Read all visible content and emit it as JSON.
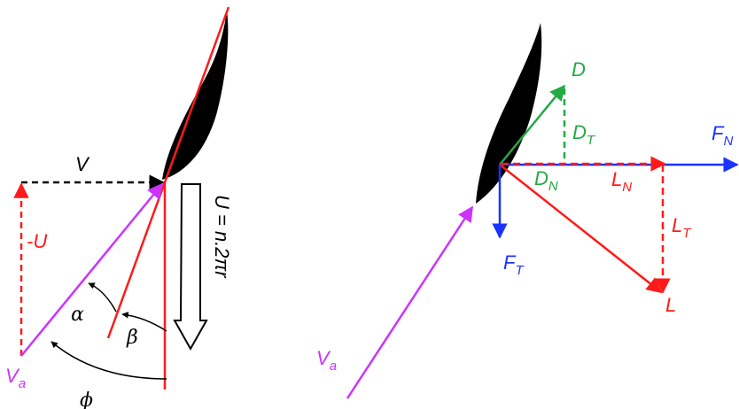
{
  "colors": {
    "red": "#ff1a1a",
    "magenta": "#cc33ff",
    "green": "#22aa44",
    "blue": "#1a33ff",
    "black": "#000000"
  },
  "left": {
    "V": "V",
    "U_neg": "-U",
    "U_formula": "U = n.2πr",
    "alpha": "α",
    "beta": "β",
    "phi": "ϕ",
    "Va_main": "V",
    "Va_sub": "a"
  },
  "right": {
    "D": "D",
    "DT_main": "D",
    "DT_sub": "T",
    "DN_main": "D",
    "DN_sub": "N",
    "FN_main": "F",
    "FN_sub": "N",
    "LN_main": "L",
    "LN_sub": "N",
    "LT_main": "L",
    "LT_sub": "T",
    "FT_main": "F",
    "FT_sub": "T",
    "L": "L",
    "Va_main": "V",
    "Va_sub": "a"
  }
}
